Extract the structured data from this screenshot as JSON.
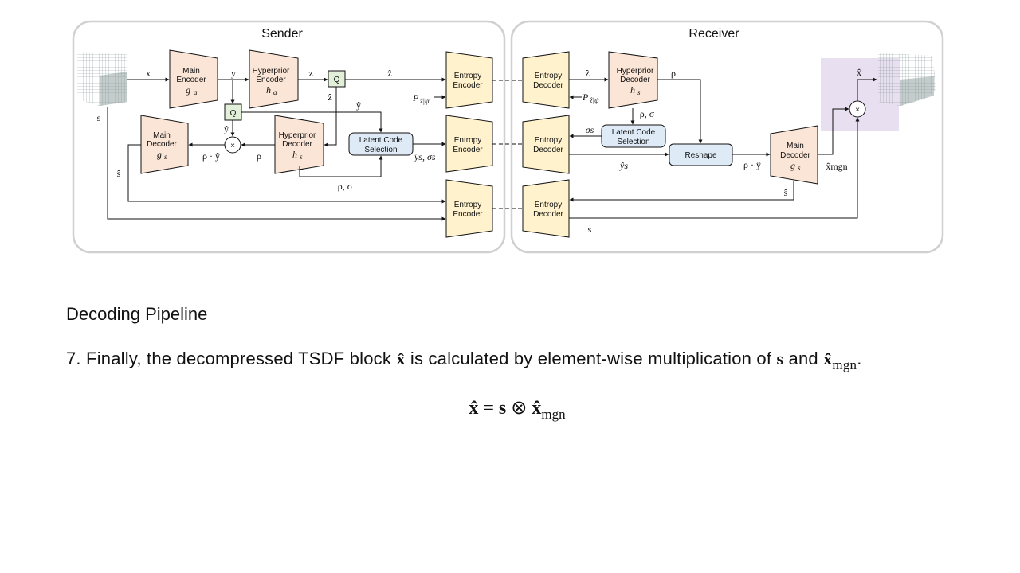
{
  "diagram": {
    "panels": {
      "sender": "Sender",
      "receiver": "Receiver"
    },
    "sender": {
      "main_encoder": {
        "line1": "Main",
        "line2": "Encoder",
        "fn": "g",
        "fn_sub": "a"
      },
      "hyperprior_encoder": {
        "line1": "Hyperprior",
        "line2": "Encoder",
        "fn": "h",
        "fn_sub": "a"
      },
      "quantizer_top": "Q",
      "quantizer_mid": "Q",
      "main_decoder": {
        "line1": "Main",
        "line2": "Decoder",
        "fn": "g",
        "fn_sub": "s"
      },
      "hyperprior_decoder": {
        "line1": "Hyperprior",
        "line2": "Decoder",
        "fn": "h",
        "fn_sub": "s"
      },
      "latent_code_selection": {
        "line1": "Latent Code",
        "line2": "Selection"
      },
      "multiply": "×",
      "entropy_encoder_1": {
        "line1": "Entropy",
        "line2": "Encoder"
      },
      "entropy_encoder_2": {
        "line1": "Entropy",
        "line2": "Encoder"
      },
      "entropy_encoder_3": {
        "line1": "Entropy",
        "line2": "Encoder"
      }
    },
    "receiver": {
      "entropy_decoder_1": {
        "line1": "Entropy",
        "line2": "Decoder"
      },
      "entropy_decoder_2": {
        "line1": "Entropy",
        "line2": "Decoder"
      },
      "entropy_decoder_3": {
        "line1": "Entropy",
        "line2": "Decoder"
      },
      "hyperprior_decoder": {
        "line1": "Hyperprior",
        "line2": "Decoder",
        "fn": "h",
        "fn_sub": "s"
      },
      "latent_code_selection": {
        "line1": "Latent Code",
        "line2": "Selection"
      },
      "reshape": "Reshape",
      "main_decoder": {
        "line1": "Main",
        "line2": "Decoder",
        "fn": "g",
        "fn_sub": "s"
      },
      "multiply": "×"
    },
    "labels": {
      "x": "x",
      "y": "y",
      "z": "z",
      "z_hat": "ẑ",
      "y_hat": "ŷ",
      "s": "s",
      "s_hat": "ŝ",
      "rho": "ρ",
      "rho_sigma": "ρ, σ",
      "rho_yhat": "ρ · ŷ",
      "p_z": "P",
      "p_z_sub": "ẑ|ψ",
      "y_s_sigma_s": "ŷs, σs",
      "y_s": "ŷs",
      "sigma_s": "σs",
      "x_hat": "x̂",
      "x_mgn": "x̂mgn"
    },
    "colors": {
      "encoder_fill": "#fbe5d6",
      "entropy_fill": "#fff2cc",
      "selection_fill": "#deebf7",
      "quantizer_fill": "#e2f0d9",
      "highlight_fill": "#e8e0f0",
      "panel_stroke": "#d0d0d0"
    }
  },
  "text": {
    "heading": "Decoding Pipeline",
    "step7_prefix": "7. Finally, the decompressed TSDF block ",
    "step7_xhat": "x̂",
    "step7_mid": " is calculated by element-wise multiplication of ",
    "step7_s": "s",
    "step7_and": " and ",
    "step7_xmgn": "x̂",
    "step7_sub": "mgn",
    "step7_end": ".",
    "eq_xhat": "x̂",
    "eq_equals": " = ",
    "eq_s": "s",
    "eq_otimes": "⊗",
    "eq_xmgn": "x̂",
    "eq_sub": "mgn"
  }
}
